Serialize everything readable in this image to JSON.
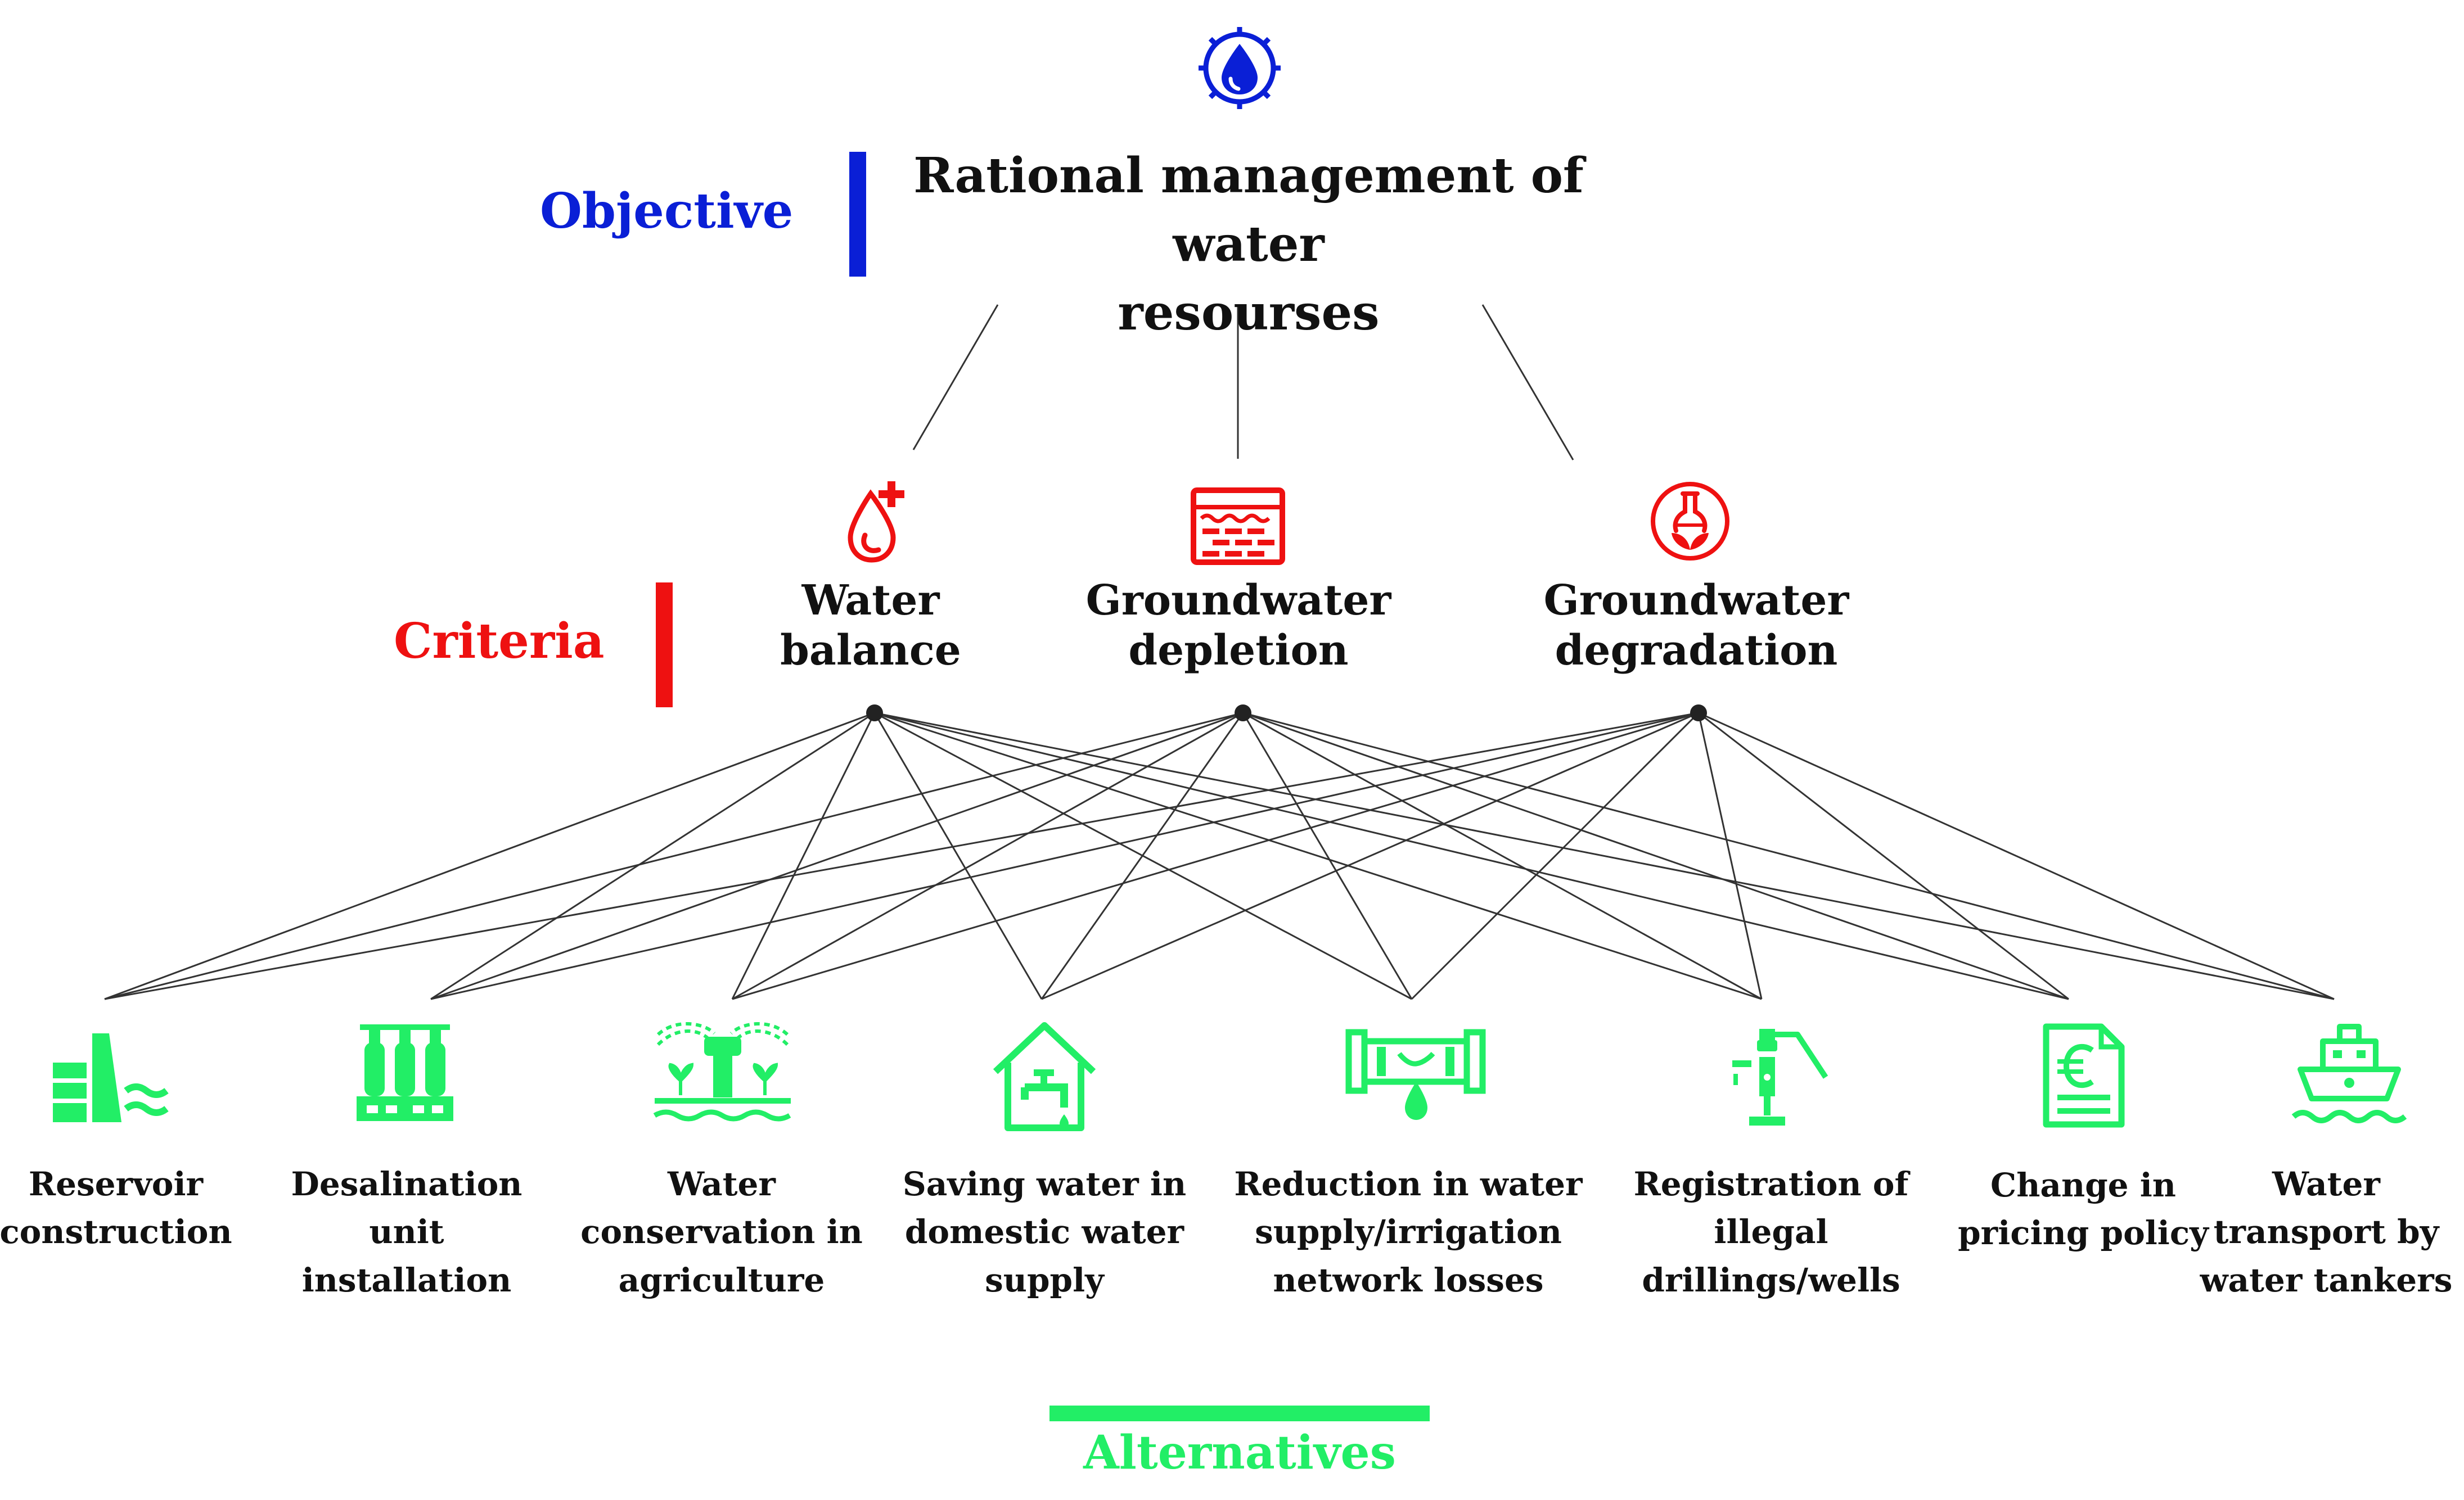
{
  "colors": {
    "objective": "#0a1fd6",
    "criteria": "#ee1111",
    "alternatives": "#22ee66",
    "lines": "#333333"
  },
  "levels": {
    "objective": "Objective",
    "criteria": "Criteria",
    "alternatives": "Alternatives"
  },
  "objective": {
    "icon": "water-gear-icon",
    "line1": "Rational management of water",
    "line2": "resourses"
  },
  "criteria": [
    {
      "line1": "Water",
      "line2": "balance",
      "icon": "water-drop-plus-icon"
    },
    {
      "line1": "Groundwater",
      "line2": "depletion",
      "icon": "aquifer-icon"
    },
    {
      "line1": "Groundwater",
      "line2": "degradation",
      "icon": "flask-leaf-icon"
    }
  ],
  "alternatives": [
    {
      "lines": [
        "Reservoir",
        "construction"
      ],
      "icon": "dam-icon"
    },
    {
      "lines": [
        "Desalination",
        "unit",
        "installation"
      ],
      "icon": "desalination-plant-icon"
    },
    {
      "lines": [
        "Water",
        "conservation in",
        "agriculture"
      ],
      "icon": "sprinkler-irrigation-icon"
    },
    {
      "lines": [
        "Saving water in",
        "domestic water",
        "supply"
      ],
      "icon": "house-faucet-icon"
    },
    {
      "lines": [
        "Reduction in water",
        "supply/irrigation",
        "network losses"
      ],
      "icon": "leaking-pipe-icon"
    },
    {
      "lines": [
        "Registration of",
        "illegal",
        "drillings/wells"
      ],
      "icon": "drilling-rig-icon"
    },
    {
      "lines": [
        "Change in",
        "pricing policy"
      ],
      "icon": "euro-document-icon"
    },
    {
      "lines": [
        "Water",
        "transport by",
        "water tankers"
      ],
      "icon": "tanker-ship-icon"
    }
  ]
}
